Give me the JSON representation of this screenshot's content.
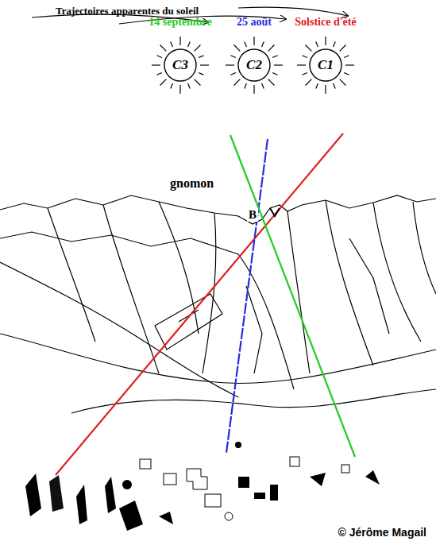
{
  "diagram": {
    "nodes": [
      {
        "text": [
          "14 septembre",
          "C3"
        ]
      },
      {
        "text": [
          "25 août",
          "C2"
        ]
      },
      {
        "text": [
          "Solstice d'été",
          "C1"
        ]
      }
    ],
    "labels": [
      "Trajectoires apparentes du soleil",
      "gnomon",
      "B",
      "© Jérôme Magail"
    ]
  }
}
